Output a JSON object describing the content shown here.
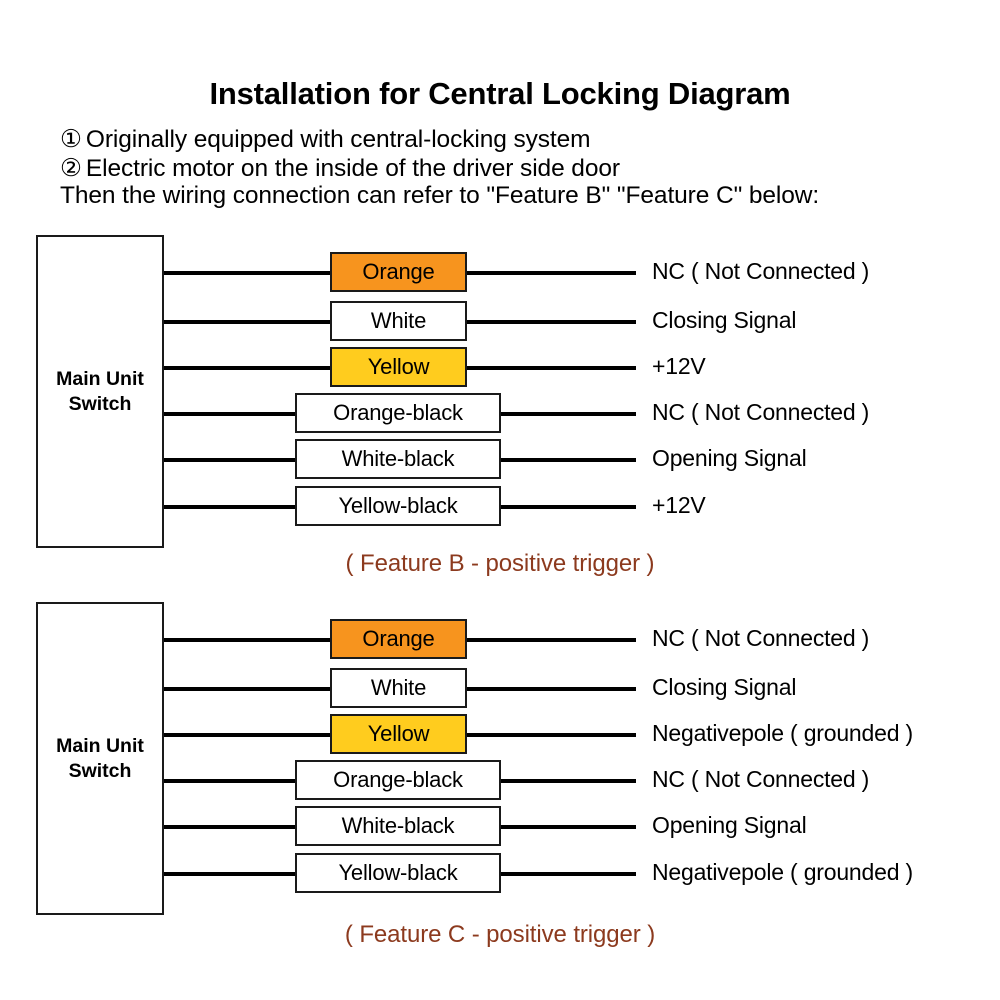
{
  "header": {
    "title": "Installation for Central Locking Diagram",
    "notes": [
      {
        "marker": "①",
        "text": "Originally equipped with central-locking system"
      },
      {
        "marker": "②",
        "text": "Electric motor on the inside of the driver side door"
      }
    ],
    "closing_line": "Then the wiring connection can refer to \"Feature B\" \"Feature C\" below:"
  },
  "colors": {
    "orange": "#F7941E",
    "yellow": "#FFCC1E",
    "white": "#FFFFFF",
    "line": "#000000",
    "box_border": "#1A1A1A",
    "caption": "#8C3A1E",
    "text": "#000000",
    "background": "#FFFFFF"
  },
  "blocks": [
    {
      "id": "feature-b",
      "unit_label": "Main Unit\nSwitch",
      "caption": "( Feature B - positive trigger )",
      "rows": [
        {
          "wire": "Orange",
          "swatch": "orange",
          "width": "narrow",
          "signal": "NC ( Not Connected )"
        },
        {
          "wire": "White",
          "swatch": "white",
          "width": "narrow",
          "signal": "Closing Signal"
        },
        {
          "wire": "Yellow",
          "swatch": "yellow",
          "width": "narrow",
          "signal": "+12V"
        },
        {
          "wire": "Orange-black",
          "swatch": "white",
          "width": "wide",
          "signal": "NC ( Not Connected )"
        },
        {
          "wire": "White-black",
          "swatch": "white",
          "width": "wide",
          "signal": "Opening Signal"
        },
        {
          "wire": "Yellow-black",
          "swatch": "white",
          "width": "wide",
          "signal": "+12V"
        }
      ]
    },
    {
      "id": "feature-c",
      "unit_label": "Main Unit\nSwitch",
      "caption": "( Feature C - positive trigger )",
      "rows": [
        {
          "wire": "Orange",
          "swatch": "orange",
          "width": "narrow",
          "signal": "NC ( Not Connected )"
        },
        {
          "wire": "White",
          "swatch": "white",
          "width": "narrow",
          "signal": "Closing Signal"
        },
        {
          "wire": "Yellow",
          "swatch": "yellow",
          "width": "narrow",
          "signal": "Negativepole ( grounded )"
        },
        {
          "wire": "Orange-black",
          "swatch": "white",
          "width": "wide",
          "signal": "NC ( Not Connected )"
        },
        {
          "wire": "White-black",
          "swatch": "white",
          "width": "wide",
          "signal": "Opening Signal"
        },
        {
          "wire": "Yellow-black",
          "swatch": "white",
          "width": "wide",
          "signal": "Negativepole ( grounded )"
        }
      ]
    }
  ]
}
